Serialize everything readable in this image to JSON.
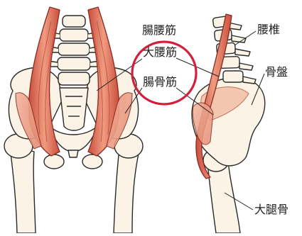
{
  "labels": {
    "iliopsoas": "腸腰筋",
    "psoas_major": "大腰筋",
    "iliacus": "腸骨筋",
    "lumbar_spine": "腰椎",
    "pelvis": "骨盤",
    "femur": "大腿骨"
  },
  "colors": {
    "muscle": "#e8826a",
    "muscle_dark": "#c4483a",
    "bone": "#faf3e6",
    "bone_outline": "#2a2a2a",
    "circle": "#d21f3c",
    "label_text": "#222222"
  }
}
